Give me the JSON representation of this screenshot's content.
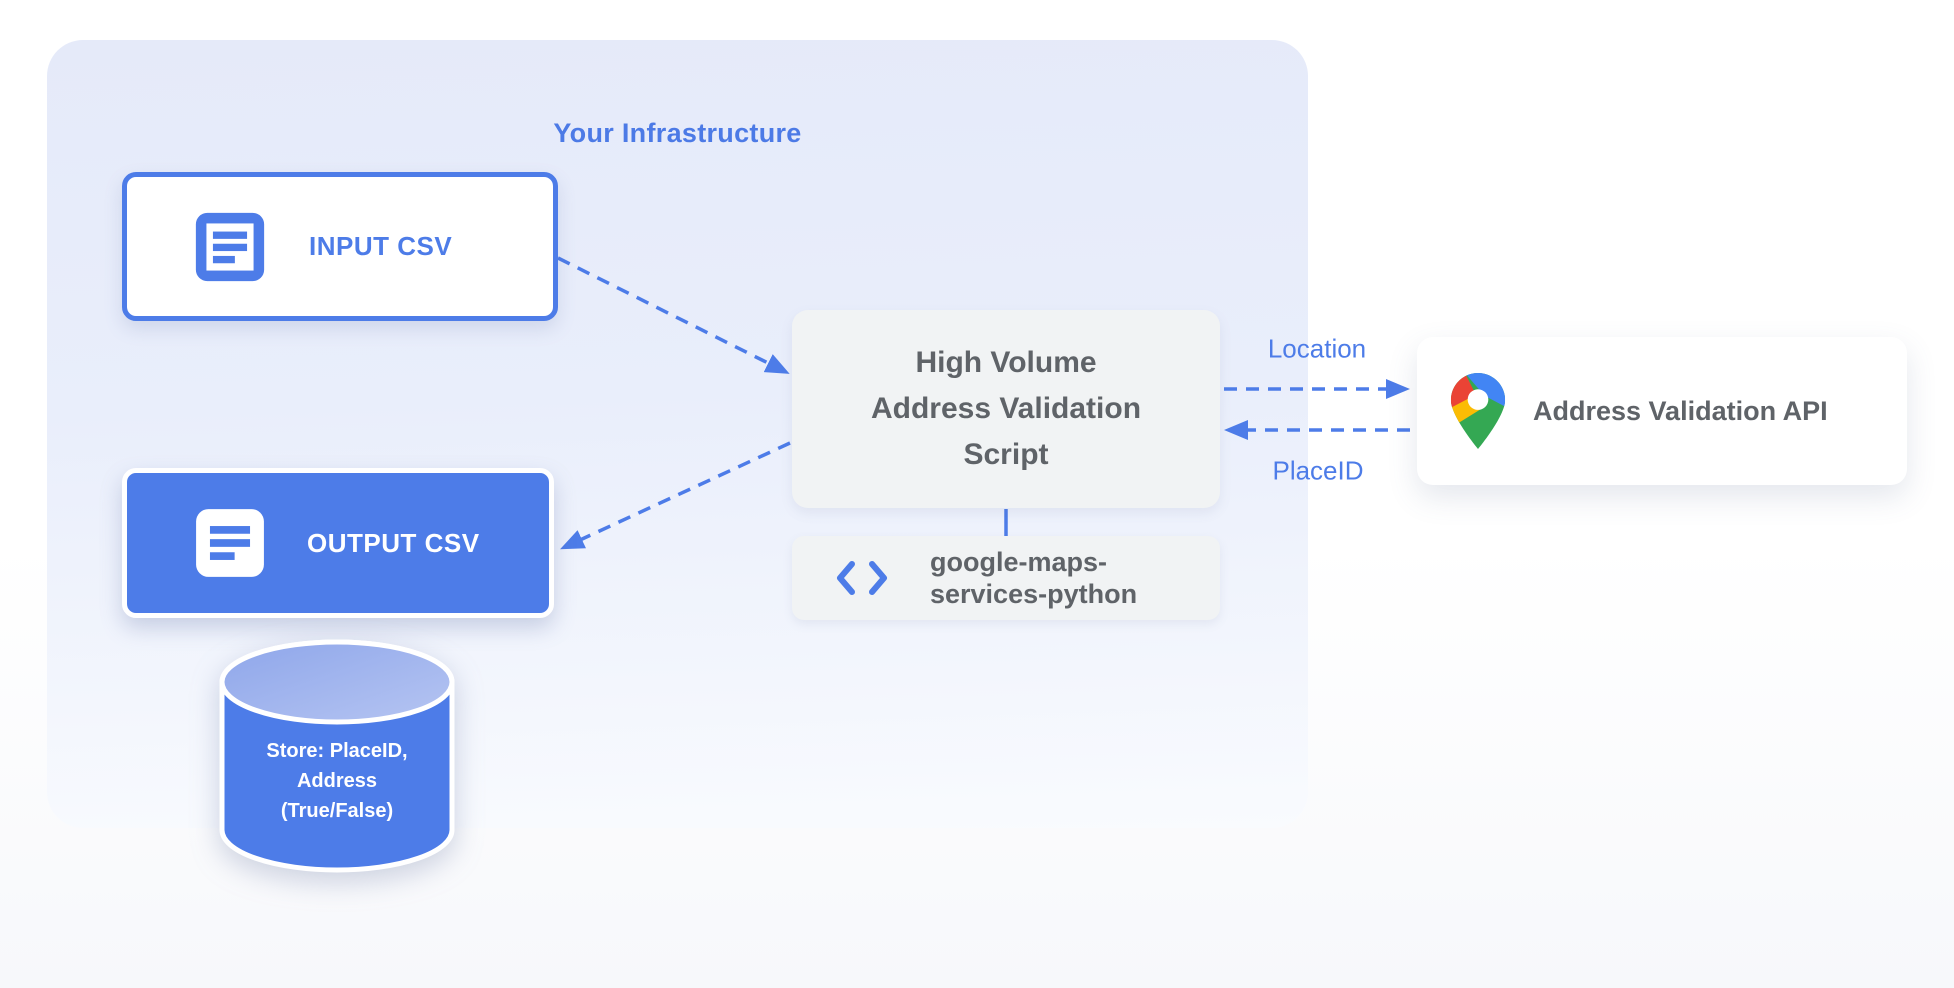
{
  "diagram": {
    "container_label": "Your Infrastructure",
    "input_csv": {
      "label": "INPUT CSV"
    },
    "output_csv": {
      "label": "OUTPUT CSV"
    },
    "datastore": {
      "lines": [
        "Store: PlaceID,",
        "Address",
        "(True/False)"
      ]
    },
    "script": {
      "lines": [
        "High Volume",
        "Address Validation",
        "Script"
      ]
    },
    "library": {
      "lines": [
        "google-maps-",
        "services-python"
      ]
    },
    "api": {
      "label": "Address Validation API"
    },
    "flows": {
      "to_api_label": "Location",
      "from_api_label": "PlaceID"
    }
  },
  "colors": {
    "accent_blue": "#4D7CE8",
    "container_blue_top": "#E5EAF9",
    "container_blue_bottom": "#F9FBFE",
    "box_gray": "#F1F3F4",
    "text_gray": "#5F6368",
    "cylinder_top_light": "#93AAEB",
    "pin_red": "#EA4335",
    "pin_blue": "#4285F4",
    "pin_yellow": "#FBBC04",
    "pin_green": "#34A853"
  }
}
